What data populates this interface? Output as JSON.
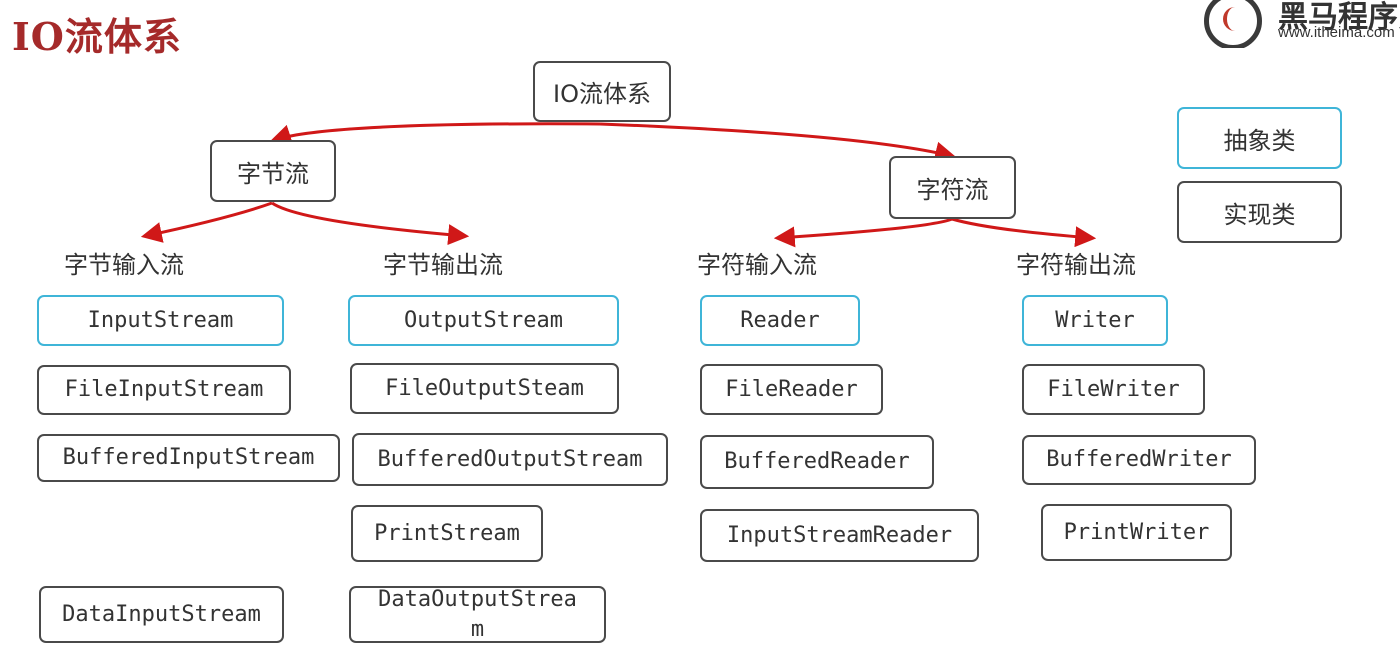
{
  "title": "IO流体系",
  "logo": {
    "brand": "黑马程序员",
    "url": "www.itheima.com"
  },
  "root": "IO流体系",
  "legend": {
    "abstract": "抽象类",
    "concrete": "实现类"
  },
  "colors": {
    "abstract_border": "#3fb5d8",
    "concrete_border": "#4a4a4a",
    "arrow": "#d01818",
    "title": "#a52a2a"
  },
  "byte_stream": {
    "label": "字节流",
    "input": {
      "label": "字节输入流",
      "abstract": "InputStream",
      "classes": [
        "FileInputStream",
        "BufferedInputStream",
        "DataInputStream"
      ]
    },
    "output": {
      "label": "字节输出流",
      "abstract": "OutputStream",
      "classes": [
        "FileOutputSteam",
        "BufferedOutputStream",
        "PrintStream",
        "DataOutputStrea m"
      ]
    }
  },
  "char_stream": {
    "label": "字符流",
    "input": {
      "label": "字符输入流",
      "abstract": "Reader",
      "classes": [
        "FileReader",
        "BufferedReader",
        "InputStreamReader"
      ]
    },
    "output": {
      "label": "字符输出流",
      "abstract": "Writer",
      "classes": [
        "FileWriter",
        "BufferedWriter",
        "PrintWriter"
      ]
    }
  }
}
